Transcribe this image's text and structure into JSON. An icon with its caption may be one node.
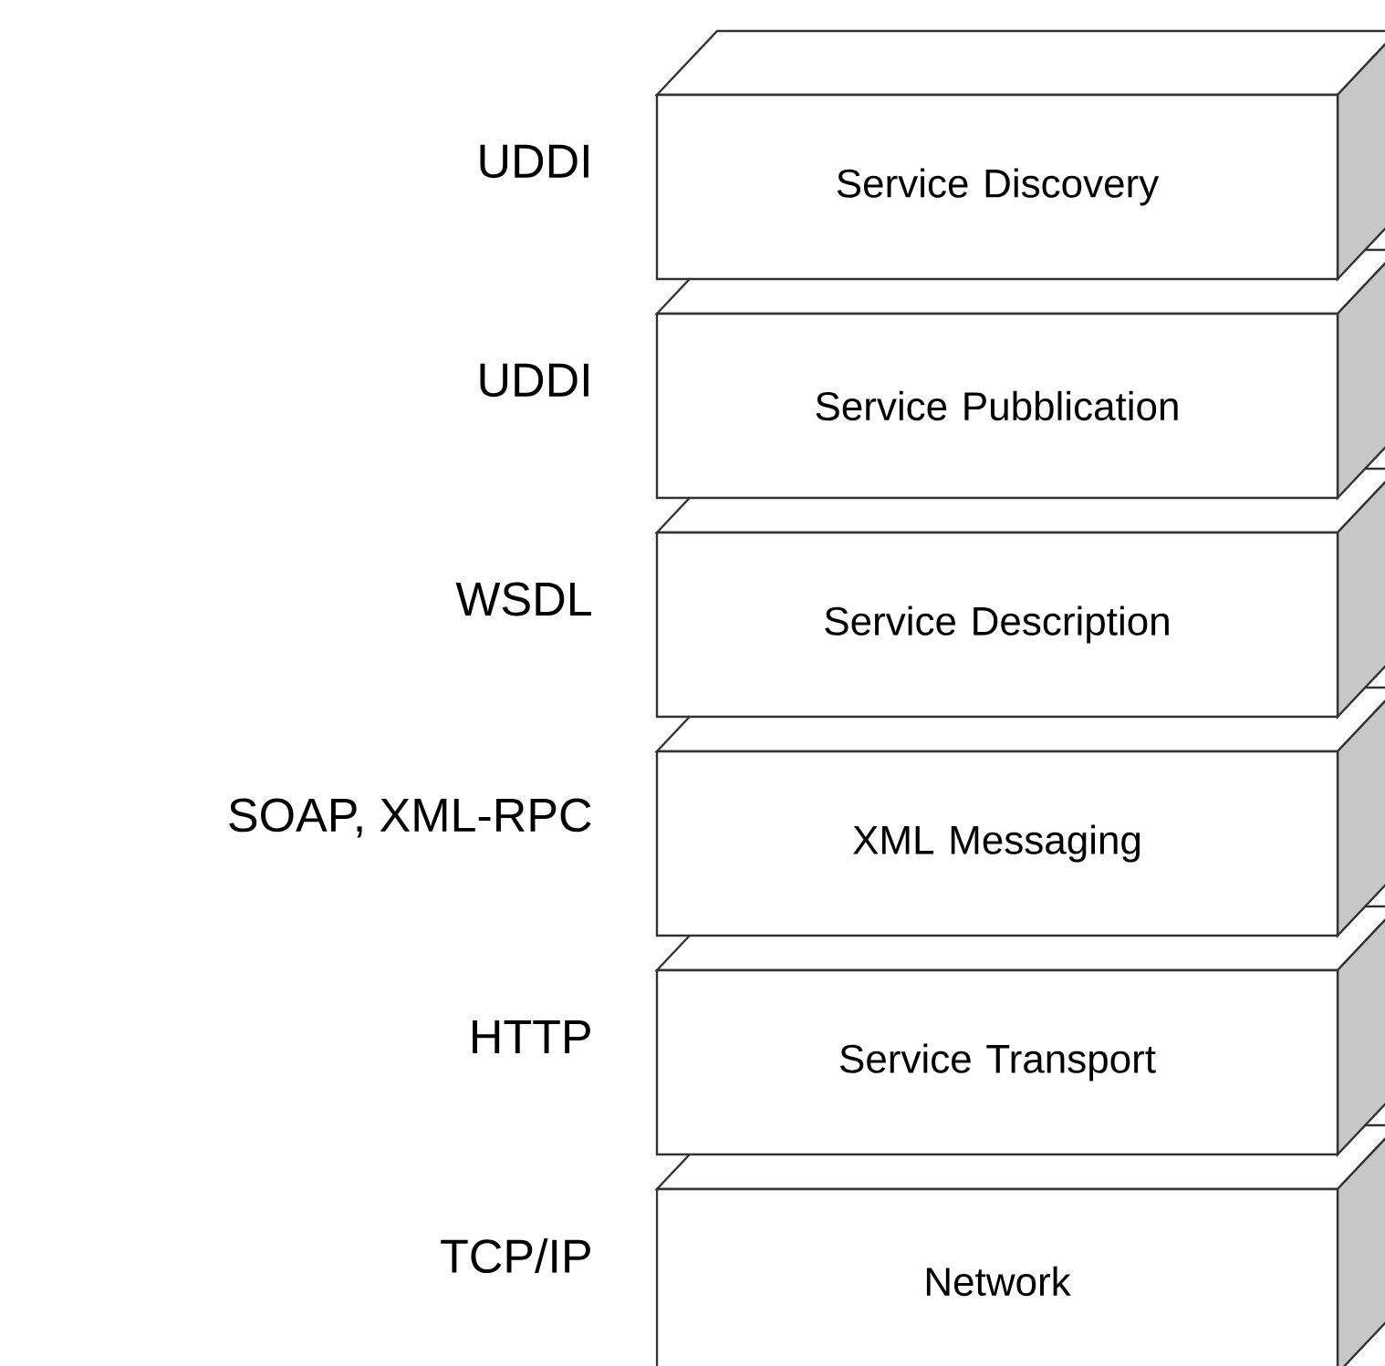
{
  "diagram": {
    "nodes": [
      {
        "text": [
          "Service Discovery"
        ],
        "beside": [
          "UDDI"
        ]
      },
      {
        "text": [
          "Service Pubblication"
        ],
        "beside": [
          "UDDI"
        ]
      },
      {
        "text": [
          "Service Description"
        ],
        "beside": [
          "WSDL"
        ]
      },
      {
        "text": [
          "XML Messaging"
        ],
        "beside": [
          "SOAP, XML-RPC"
        ]
      },
      {
        "text": [
          "Service Transport"
        ],
        "beside": [
          "HTTP"
        ]
      },
      {
        "text": [
          "Network"
        ],
        "beside": [
          "TCP/IP"
        ]
      }
    ]
  }
}
